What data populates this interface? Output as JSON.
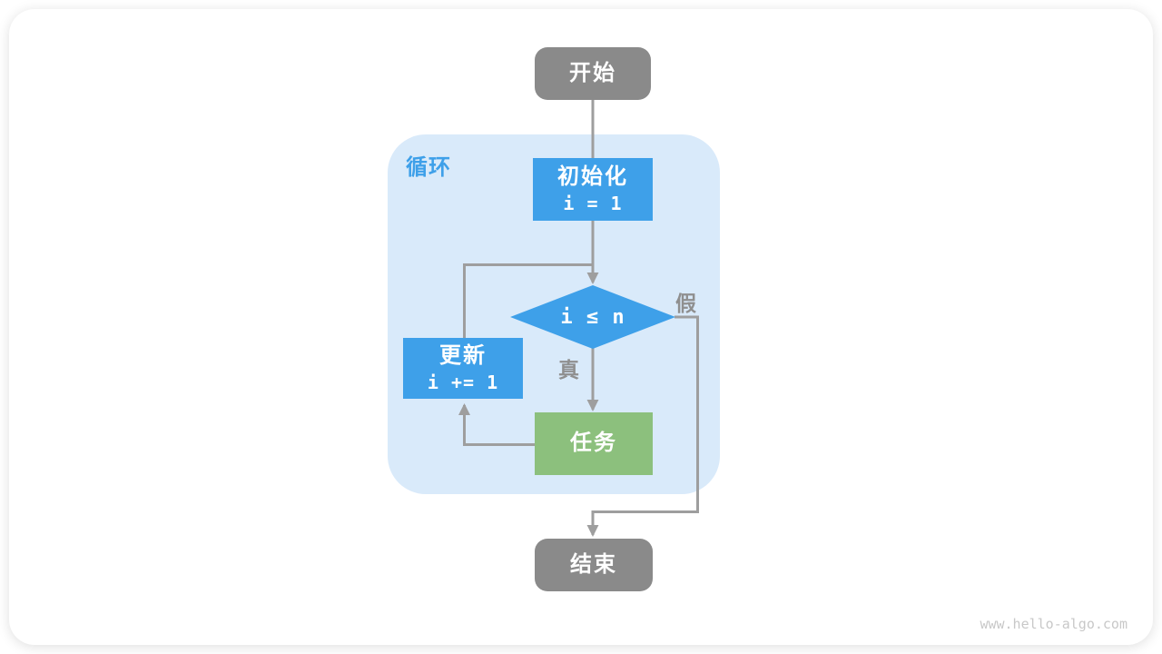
{
  "colors": {
    "blue": "#3EA0E9",
    "green": "#8CC07D",
    "gray": "#8A8A8A",
    "arrow": "#9E9E9E",
    "loop_bg": "#D9EAFA",
    "label_gray": "#8F8F8F",
    "watermark": "#C8C8C8",
    "card_bg": "#FFFFFF"
  },
  "diagram": {
    "loop_label": "循环",
    "nodes": {
      "start": {
        "label": "开始"
      },
      "init": {
        "label": "初始化",
        "code": "i = 1"
      },
      "cond": {
        "code": "i ≤ n"
      },
      "update": {
        "label": "更新",
        "code": "i += 1"
      },
      "task": {
        "label": "任务"
      },
      "end": {
        "label": "结束"
      }
    },
    "edge_labels": {
      "true": "真",
      "false": "假"
    }
  },
  "footer": {
    "watermark": "www.hello-algo.com"
  }
}
